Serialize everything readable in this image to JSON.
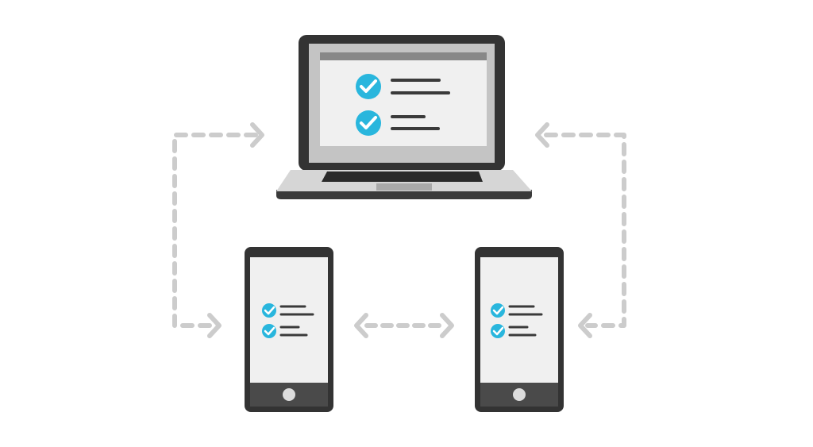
{
  "colors": {
    "device_dark": "#333333",
    "device_mid": "#4a4a4a",
    "screen_bg": "#f0f0f0",
    "screen_frame": "#c4c4c4",
    "title_bar": "#888888",
    "check": "#29b6dd",
    "line": "#3a3a3a",
    "laptop_base": "#d6d6d6",
    "laptop_base_shadow": "#3a3a3a",
    "keyboard": "#2a2a2a",
    "trackpad": "#a9a9a9",
    "arrow": "#cccccc",
    "home_button": "#dcdcdc"
  },
  "diagram": {
    "devices": [
      {
        "kind": "laptop",
        "icon": "laptop-icon",
        "tasks": 2
      },
      {
        "kind": "phone",
        "icon": "phone-icon",
        "tasks": 2
      },
      {
        "kind": "phone",
        "icon": "phone-icon",
        "tasks": 2
      }
    ],
    "connections": [
      {
        "from": "phone-left",
        "to": "laptop",
        "style": "dashed",
        "bidirectional": true
      },
      {
        "from": "phone-left",
        "to": "phone-right",
        "style": "dashed",
        "bidirectional": true
      },
      {
        "from": "phone-right",
        "to": "laptop",
        "style": "dashed",
        "bidirectional": true
      }
    ]
  }
}
